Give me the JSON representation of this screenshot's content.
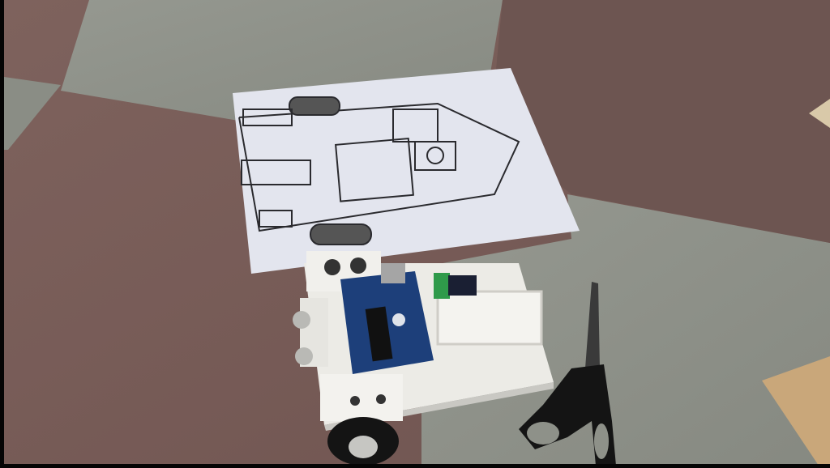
{
  "scene": {
    "description_tags": [
      "floor-tiles",
      "paper-sketch",
      "robot-chassis",
      "arduino-board",
      "wheel",
      "scissors",
      "wood-piece"
    ],
    "colors": {
      "brown_tile": "#7b5f5a",
      "grey_tile": "#8e9189",
      "paper": "#e3e5ee",
      "ink": "#2a2a2e",
      "chassis": "#ecebe6",
      "arduino": "#1d3f7a",
      "black_part": "#141414",
      "green_terminal": "#2f9a4a",
      "wood": "#c9a77a",
      "border": "#050505"
    }
  }
}
